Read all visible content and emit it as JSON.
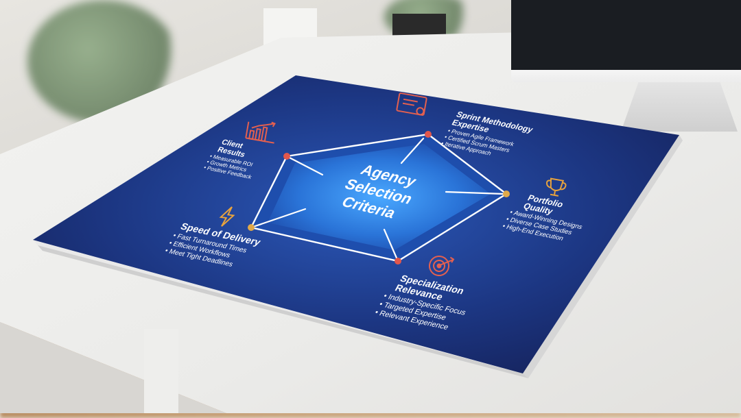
{
  "center": {
    "title_line1": "Agency",
    "title_line2": "Selection",
    "title_line3": "Criteria"
  },
  "criteria": [
    {
      "title_lines": [
        "Sprint Methodology",
        "Expertise"
      ],
      "bullets": [
        "Proven Agile Framework",
        "Certified Scrum Masters",
        "Iterative Approach"
      ],
      "icon": "certificate-icon"
    },
    {
      "title_lines": [
        "Portfolio",
        "Quality"
      ],
      "bullets": [
        "Award-Winning Designs",
        "Diverse Case Studies",
        "High-End Execution"
      ],
      "icon": "trophy-icon"
    },
    {
      "title_lines": [
        "Specialization",
        "Relevance"
      ],
      "bullets": [
        "Industry-Specific Focus",
        "Targeted Expertise",
        "Relevant Experience"
      ],
      "icon": "target-icon"
    },
    {
      "title_lines": [
        "Speed of Delivery"
      ],
      "bullets": [
        "Fast Turnaround Times",
        "Efficient Workflows",
        "Meet Tight Deadlines"
      ],
      "icon": "lightning-icon"
    },
    {
      "title_lines": [
        "Client",
        "Results"
      ],
      "bullets": [
        "Measurable ROI",
        "Growth Metrics",
        "Positive Feedback"
      ],
      "icon": "bar-chart-icon"
    }
  ],
  "colors": {
    "board_dark": "#16235c",
    "board_mid": "#1f3a8a",
    "center_glow": "#2d7fe0",
    "line": "#ffffff",
    "node_red": "#e2574c",
    "node_gold": "#e0a94a",
    "icon_red": "#e4604f",
    "icon_gold": "#e8a33d",
    "text": "#ffffff"
  }
}
